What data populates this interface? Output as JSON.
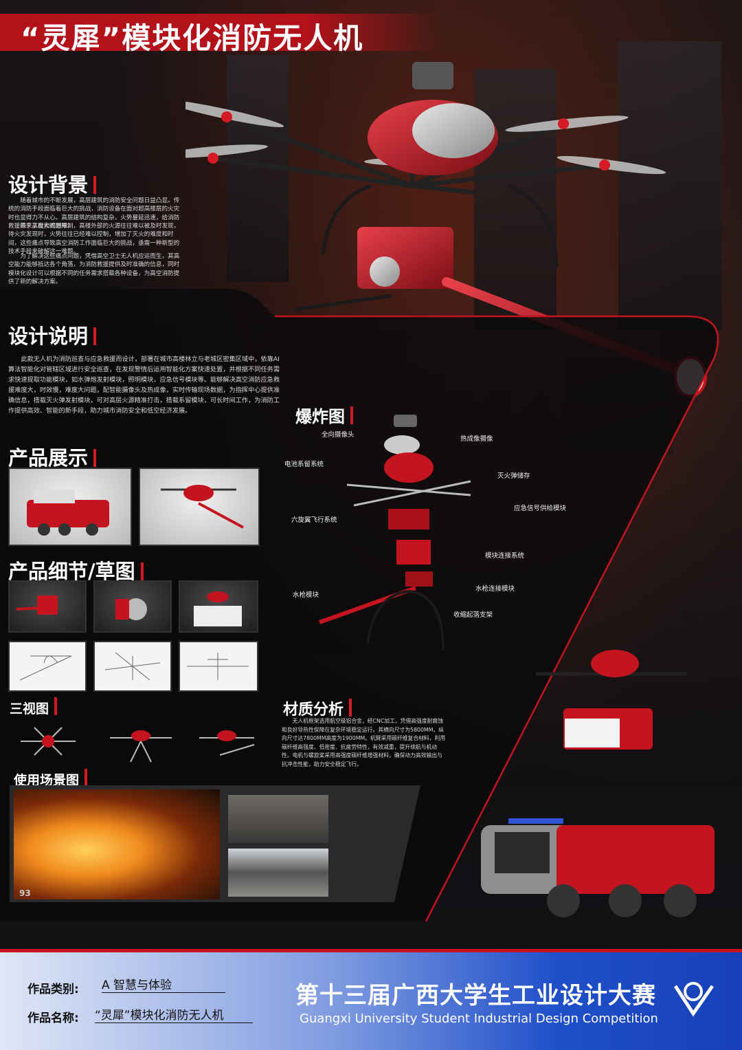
{
  "poster": {
    "title": "“灵犀”模块化消防无人机",
    "colors": {
      "accent": "#c4141f",
      "background": "#0e0d10",
      "footer_blue": "#1f4fc9"
    }
  },
  "sections": {
    "background": {
      "heading": "设计背景",
      "paragraphs": [
        "随着城市的不断发展，高层建筑的消防安全问题日益凸显。传统的消防手段面临着巨大的挑战，消防设备在面对超高楼层的火灾时也显得力不从心。高层建筑的结构复杂，火势蔓延迅速，给消防救援带来了极大的困难。",
        "由于高度和视野限制，高楼外部的火源往往难以被及时发现，待火灾发现时，火势往往已经难以控制，增加了灭火的难度和时间，这些痛点导致高空消防工作面临巨大的挑战，亟需一种新型的技术手段来破解这一难题。",
        "为了解决这些痛点问题，凭借高空卫士无人机应运而生，其高空能力能够抵达各个角落，为消防救援提供及时准确的信息，同时模块化设计可以根据不同的任务需求搭载各种设备，为高空消防提供了新的解决方案。"
      ]
    },
    "description": {
      "heading": "设计说明",
      "paragraph": "此款无人机为消防巡查与应急救援而设计，部署在城市高楼林立与老城区密集区域中，依靠AI算法智能化对管辖区域进行安全巡查，在发现警情后运用智能化方案快速处置，并根据不同任务需求快速提取功能模块，如水弹炮发射模块，照明模块，应急信号模块等。能够解决高空消防应急救援难度大，时效慢，难度大问题，配智能摄像头及热成像，实时传输现场数据，为指挥中心提供准确信息，搭载灭火弹发射模块，可对高层火源精准打击，搭载系留模块，可长时间工作，为消防工作提供高效、智能的新手段，助力城市消防安全和低空经济发展。"
    },
    "products": {
      "heading": "产品展示"
    },
    "details": {
      "heading": "产品细节/草图"
    },
    "threeview": {
      "heading": "三视图"
    },
    "scenes": {
      "heading": "使用场景图",
      "scene_number": "93"
    },
    "exploded": {
      "heading": "爆炸图",
      "labels": [
        "全向摄像头",
        "热成像摄像",
        "电池系留系统",
        "灭火弹储存",
        "应急信号供给模块",
        "六旋翼飞行系统",
        "模块连接系统",
        "水枪连接模块",
        "水枪模块",
        "收缩起落支架"
      ]
    },
    "material": {
      "heading": "材质分析",
      "paragraph": "无人机框架选用航空级铝合金，经CNC加工，凭借高强度耐腐蚀和良好导热性保障在复杂环境稳定运行。其横向尺寸为5800MM，纵向尺寸达7800MM高度为1900MM。机臂采用碳纤维复合材料，利用碳纤维高强度、低密度、抗疲劳特性，有效减重，提升续航与机动性。电机与螺旋桨采用高强度碳纤维增强材料，确保动力高效输出与抗冲击性能，助力安全稳定飞行。"
    }
  },
  "footer": {
    "category_label": "作品类别:",
    "category_value": "A 智慧与体验",
    "name_label": "作品名称:",
    "name_value": "“灵犀”模块化消防无人机",
    "competition_cn": "第十三届广西大学生工业设计大赛",
    "competition_en": "Guangxi University Student Industrial Design Competition"
  }
}
